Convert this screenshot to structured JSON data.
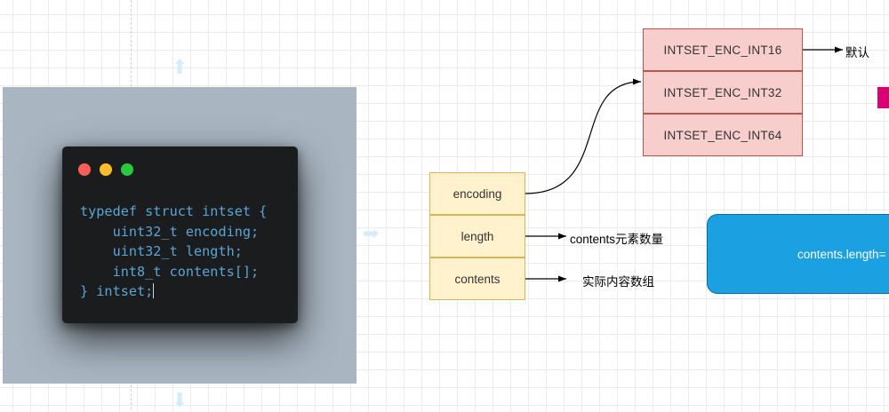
{
  "code_snippet": {
    "lines": [
      [
        "typedef struct intset {"
      ],
      [
        "    uint32_t encoding;"
      ],
      [
        "    uint32_t length;"
      ],
      [
        "    int8_t contents[];"
      ],
      [
        "} intset;"
      ]
    ]
  },
  "struct_fields": [
    {
      "label": "encoding"
    },
    {
      "label": "length"
    },
    {
      "label": "contents"
    }
  ],
  "encodings": [
    {
      "label": "INTSET_ENC_INT16"
    },
    {
      "label": "INTSET_ENC_INT32"
    },
    {
      "label": "INTSET_ENC_INT64"
    }
  ],
  "annotations": {
    "default": "默认",
    "length_desc": "contents元素数量",
    "contents_desc": "实际内容数组"
  },
  "note": {
    "text": "contents.length="
  },
  "colors": {
    "field_fill": "#fff2cc",
    "field_border": "#d6b656",
    "encoding_fill": "#f8cecc",
    "encoding_border": "#b85450",
    "note_fill": "#1ba1e2",
    "accent_pink": "#d80073",
    "code_bg": "#1b1c1e",
    "code_keyword": "#5aa5d6"
  }
}
